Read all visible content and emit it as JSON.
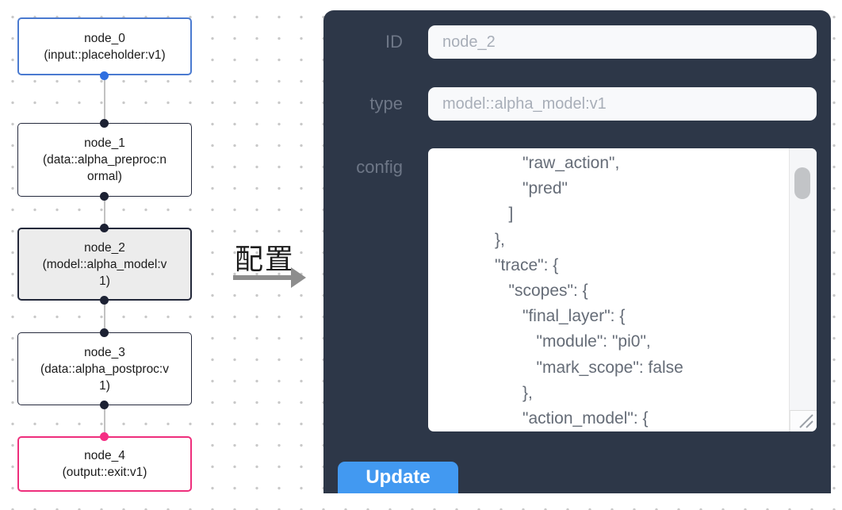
{
  "flowchart": {
    "nodes": [
      {
        "title": "node_0",
        "subtitle": "(input::placeholder:v1)",
        "kind": "input"
      },
      {
        "title": "node_1",
        "subtitle": "(data::alpha_preproc:normal)",
        "kind": "data"
      },
      {
        "title": "node_2",
        "subtitle": "(model::alpha_model:v1)",
        "kind": "model-selected"
      },
      {
        "title": "node_3",
        "subtitle": "(data::alpha_postproc:v1)",
        "kind": "data"
      },
      {
        "title": "node_4",
        "subtitle": "(output::exit:v1)",
        "kind": "output"
      }
    ],
    "arrow_label": "配置"
  },
  "panel": {
    "id_label": "ID",
    "id_value": "node_2",
    "type_label": "type",
    "type_value": "model::alpha_model:v1",
    "config_label": "config",
    "config_value": "                  \"raw_action\",\n                  \"pred\"\n               ]\n            },\n            \"trace\": {\n               \"scopes\": {\n                  \"final_layer\": {\n                     \"module\": \"pi0\",\n                     \"mark_scope\": false\n                  },\n                  \"action_model\": {",
    "update_label": "Update"
  },
  "colors": {
    "panel_bg": "#2d3748",
    "button_blue": "#4299f1",
    "node_default_border": "#252a3d",
    "node_input_border": "#4a7ad0",
    "node_output_border": "#ee2e7c",
    "node_selected_bg": "#ececec",
    "handle_dark": "#1c2133",
    "handle_blue": "#2f6fe0",
    "handle_pink": "#f52d83",
    "arrow_gray": "#8d8d8d"
  }
}
